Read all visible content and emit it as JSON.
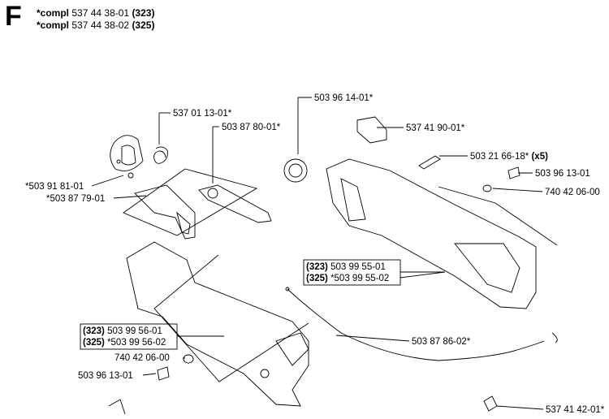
{
  "section_letter": "F",
  "header": [
    {
      "prefix": "*compl",
      "number": "537 44 38-01",
      "model": "(323)"
    },
    {
      "prefix": "*compl",
      "number": "537 44 38-02",
      "model": "(325)"
    }
  ],
  "labels": {
    "l_537011301": "537 01 13-01*",
    "l_503878001": "503 87 80-01*",
    "l_503961401": "503 96 14-01*",
    "l_537419001": "537 41 90-01*",
    "l_503216618": "503 21 66-18*",
    "l_503216618_qty": "(x5)",
    "l_503961301_a": "503 96 13-01",
    "l_740420600_a": "740 42 06-00",
    "l_503918101": "*503 91 81-01",
    "l_503877901": "*503 87 79-01",
    "l_503995501": "503 99 55-01",
    "l_503995501_model": "(323)",
    "l_503995502": "*503 99 55-02",
    "l_503995502_model": "(325)",
    "l_503995601": "503 99 56-01",
    "l_503995601_model": "(323)",
    "l_503995602": "*503 99 56-02",
    "l_503995602_model": "(325)",
    "l_740420600_b": "740 42 06-00",
    "l_503961301_b": "503 96 13-01",
    "l_503878602": "503 87 86-02*",
    "l_537414201": "537 41 42-01*"
  }
}
